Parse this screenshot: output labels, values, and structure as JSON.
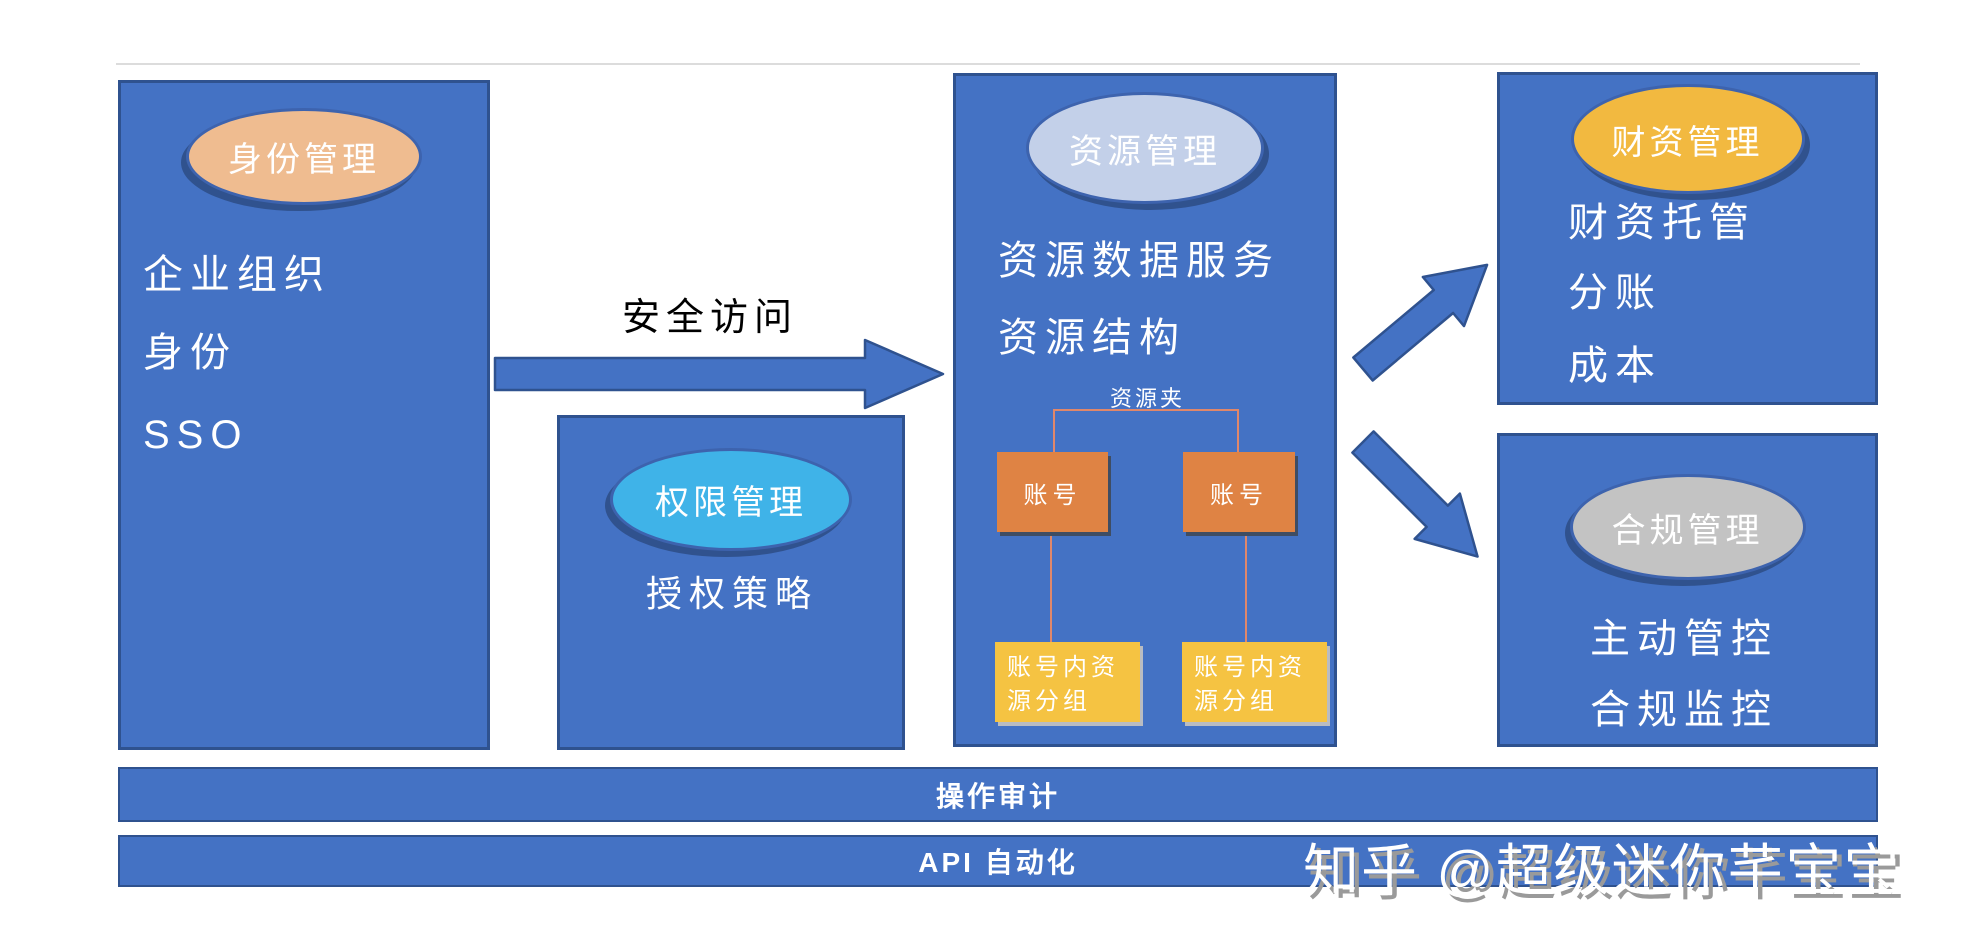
{
  "diagram": {
    "identity": {
      "title": "身份管理",
      "items": [
        "企业组织",
        "身份",
        "SSO"
      ]
    },
    "secure_access_label": "安全访问",
    "permission": {
      "title": "权限管理",
      "item": "授权策略"
    },
    "resource": {
      "title": "资源管理",
      "items": [
        "资源数据服务",
        "资源结构"
      ],
      "tree": {
        "root": "资源夹",
        "accounts": [
          "账号",
          "账号"
        ],
        "groups": [
          "账号内资源分组",
          "账号内资源分组"
        ]
      }
    },
    "treasury": {
      "title": "财资管理",
      "items": [
        "财资托管",
        "分账",
        "成本"
      ]
    },
    "compliance": {
      "title": "合规管理",
      "items": [
        "主动管控",
        "合规监控"
      ]
    },
    "bars": {
      "audit": "操作审计",
      "api": "API 自动化"
    },
    "watermark": "知乎 @超级迷你芊宝宝",
    "colors": {
      "panel_blue": "#4472C4",
      "panel_border": "#2F528F",
      "identity_ellipse": "#EFBC90",
      "permission_ellipse": "#3FB3E8",
      "resource_ellipse": "#C3D0E9",
      "treasury_ellipse": "#F2B940",
      "compliance_ellipse": "#C3C3C3",
      "account_box": "#DF8344",
      "group_box": "#F5C342",
      "connector_line": "#E0876A",
      "arrow_blue": "#4472C4"
    }
  }
}
